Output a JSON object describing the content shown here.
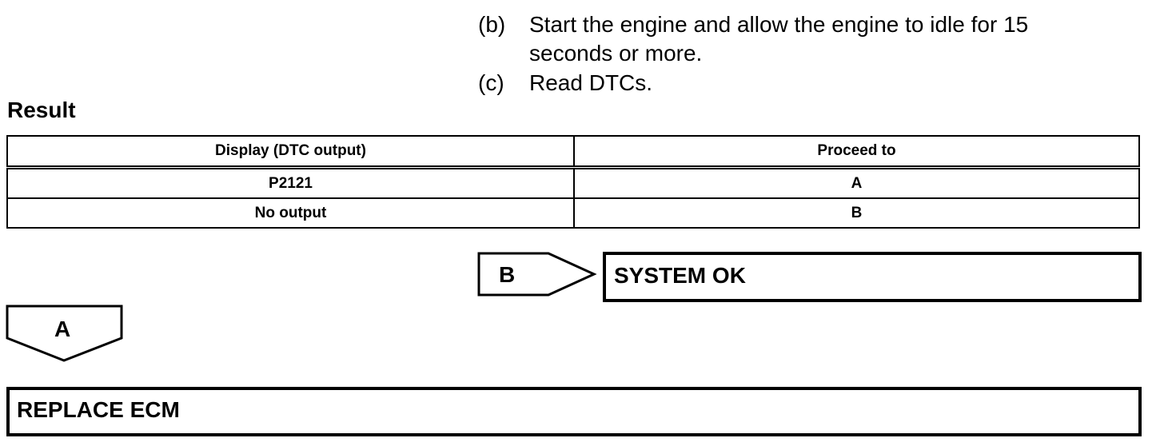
{
  "steps": [
    {
      "letter": "(b)",
      "text": "Start the engine and allow the engine to idle for 15 seconds or more."
    },
    {
      "letter": "(c)",
      "text": "Read DTCs."
    }
  ],
  "result": {
    "heading": "Result",
    "columns": [
      "Display (DTC output)",
      "Proceed to"
    ],
    "rows": [
      [
        "P2121",
        "A"
      ],
      [
        "No output",
        "B"
      ]
    ]
  },
  "flow": {
    "b_label": "B",
    "b_target": "SYSTEM OK",
    "a_label": "A",
    "a_target": "REPLACE ECM"
  }
}
